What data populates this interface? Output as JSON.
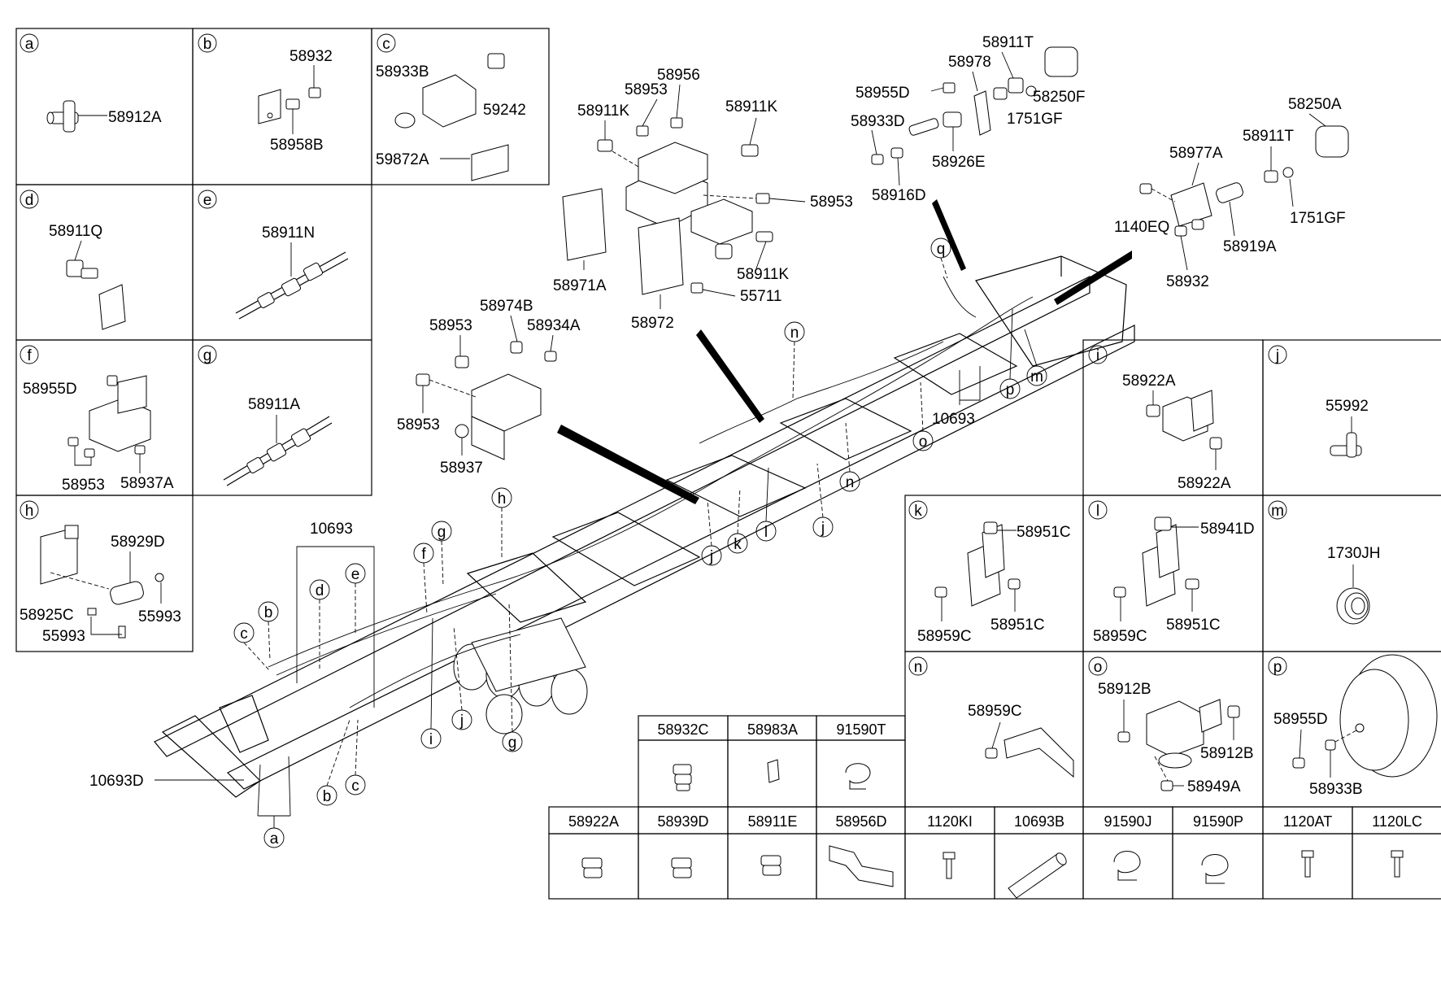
{
  "panels": [
    {
      "letter": "a",
      "parts": [
        "58912A"
      ]
    },
    {
      "letter": "b",
      "parts": [
        "58932",
        "58958B"
      ]
    },
    {
      "letter": "c",
      "parts": [
        "58933B",
        "59242",
        "59872A"
      ]
    },
    {
      "letter": "d",
      "parts": [
        "58911Q"
      ]
    },
    {
      "letter": "e",
      "parts": [
        "58911N"
      ]
    },
    {
      "letter": "f",
      "parts": [
        "58955D",
        "58953",
        "58937A"
      ]
    },
    {
      "letter": "g",
      "parts": [
        "58911A"
      ]
    },
    {
      "letter": "h",
      "parts": [
        "58929D",
        "58925C",
        "55993",
        "55993"
      ]
    },
    {
      "letter": "i",
      "parts": [
        "58922A",
        "58922A"
      ]
    },
    {
      "letter": "j",
      "parts": [
        "55992"
      ]
    },
    {
      "letter": "k",
      "parts": [
        "58951C",
        "58959C",
        "58951C"
      ]
    },
    {
      "letter": "l",
      "parts": [
        "58941D",
        "58959C",
        "58951C"
      ]
    },
    {
      "letter": "m",
      "parts": [
        "1730JH"
      ]
    },
    {
      "letter": "n",
      "parts": [
        "58959C"
      ]
    },
    {
      "letter": "o",
      "parts": [
        "58912B",
        "58912B",
        "58949A"
      ]
    },
    {
      "letter": "p",
      "parts": [
        "58955D",
        "58933B"
      ]
    }
  ],
  "center_parts": {
    "valve_top": [
      "58956",
      "58953",
      "58911K",
      "58911K",
      "58953",
      "58911K",
      "55711",
      "58971A",
      "58972"
    ],
    "valve_mid": [
      "58974B",
      "58953",
      "58934A",
      "58953",
      "58937"
    ],
    "rear_top": [
      "58911T",
      "58978",
      "58955D",
      "58933D",
      "58250F",
      "1751GF",
      "58926E",
      "58916D"
    ],
    "rear_right": [
      "58250A",
      "58977A",
      "58911T",
      "1140EQ",
      "1751GF",
      "58919A",
      "58932"
    ],
    "frame": [
      "10693",
      "10693",
      "10693D"
    ]
  },
  "frame_callouts": [
    "a",
    "b",
    "c",
    "b",
    "c",
    "d",
    "e",
    "f",
    "g",
    "g",
    "h",
    "i",
    "j",
    "j",
    "j",
    "k",
    "l",
    "n",
    "n",
    "o",
    "p",
    "m",
    "q"
  ],
  "table_row1": [
    "58932C",
    "58983A",
    "91590T"
  ],
  "table_row2": [
    "58922A",
    "58939D",
    "58911E",
    "58956D",
    "1120KI",
    "10693B",
    "91590J",
    "91590P",
    "1120AT",
    "1120LC"
  ]
}
